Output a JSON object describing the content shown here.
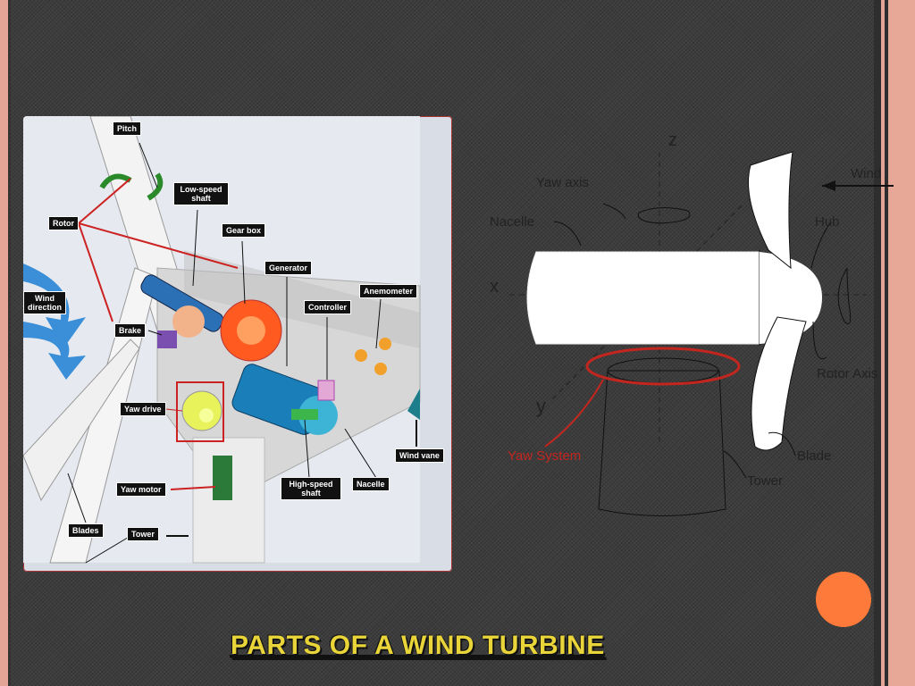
{
  "left_diagram": {
    "labels": {
      "pitch": "Pitch",
      "low_speed_shaft": "Low-speed shaft",
      "rotor": "Rotor",
      "gear_box": "Gear box",
      "generator": "Generator",
      "anemometer": "Anemometer",
      "wind_direction": "Wind direction",
      "controller": "Controller",
      "brake": "Brake",
      "yaw_drive": "Yaw drive",
      "wind_vane": "Wind vane",
      "yaw_motor": "Yaw motor",
      "high_speed_shaft": "High-speed shaft",
      "nacelle": "Nacelle",
      "blades": "Blades",
      "tower": "Tower"
    }
  },
  "right_diagram": {
    "labels": {
      "z": "z",
      "wind": "Wind",
      "yaw_axis": "Yaw axis",
      "nacelle": "Nacelle",
      "hub": "Hub",
      "x": "x",
      "rotor_axis": "Rotor Axis",
      "y": "y",
      "yaw_system": "Yaw System",
      "blade": "Blade",
      "tower": "Tower"
    }
  },
  "title": "PARTS OF  A WIND TURBINE",
  "colors": {
    "title": "#e9d53a",
    "accent_dot": "#fd7a3a",
    "border_pink": "#e3a595"
  }
}
